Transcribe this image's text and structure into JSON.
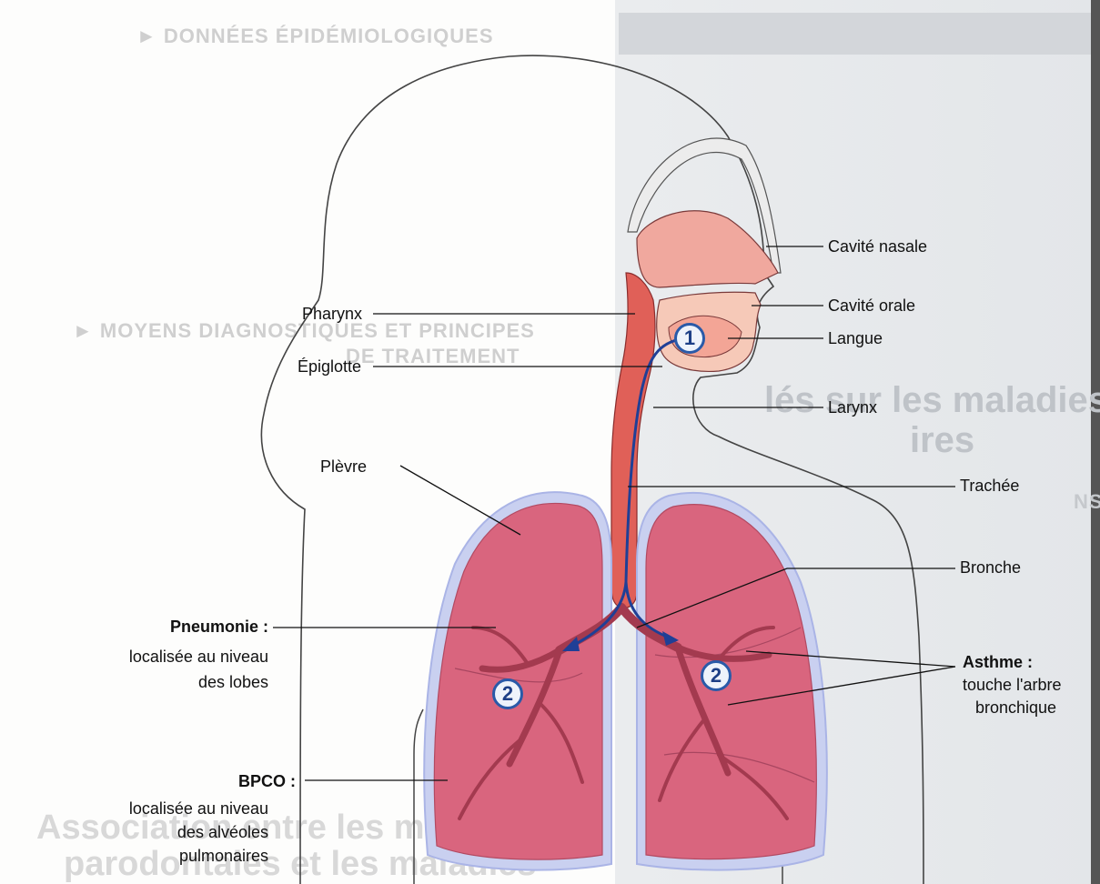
{
  "background_text": {
    "heading_top": "► DONNÉES ÉPIDÉMIOLOGIQUES",
    "heading_mid_1": "► MOYENS DIAGNOSTIQUES ET PRINCIPES",
    "heading_mid_2": "DE TRAITEMENT",
    "right_title_1": "lés sur les maladies",
    "right_title_2": "ires",
    "right_sub": "NS",
    "bottom_title_1": "Association entre les maladies",
    "bottom_title_2": "parodontales et les maladies"
  },
  "labels": {
    "cavite_nasale": "Cavité nasale",
    "cavite_orale": "Cavité orale",
    "langue": "Langue",
    "larynx": "Larynx",
    "trachee": "Trachée",
    "bronche": "Bronche",
    "asthme_title": "Asthme :",
    "asthme_desc_1": "touche l'arbre",
    "asthme_desc_2": "bronchique",
    "pharynx": "Pharynx",
    "epiglotte": "Épiglotte",
    "plevre": "Plèvre",
    "pneumonie_title": "Pneumonie :",
    "pneumonie_desc_1": "localisée au niveau",
    "pneumonie_desc_2": "des lobes",
    "bpco_title": "BPCO :",
    "bpco_desc_1": "localisée au niveau",
    "bpco_desc_2": "des alvéoles",
    "bpco_desc_3": "pulmonaires"
  },
  "badges": {
    "upper_airway": "1",
    "left_lung": "2",
    "right_lung": "2"
  },
  "colors": {
    "lung_fill": "#d9657e",
    "lung_outline": "#c7cff0",
    "airway_fill": "#e06058",
    "arrow": "#1f3f96",
    "body_outline": "#444444"
  }
}
